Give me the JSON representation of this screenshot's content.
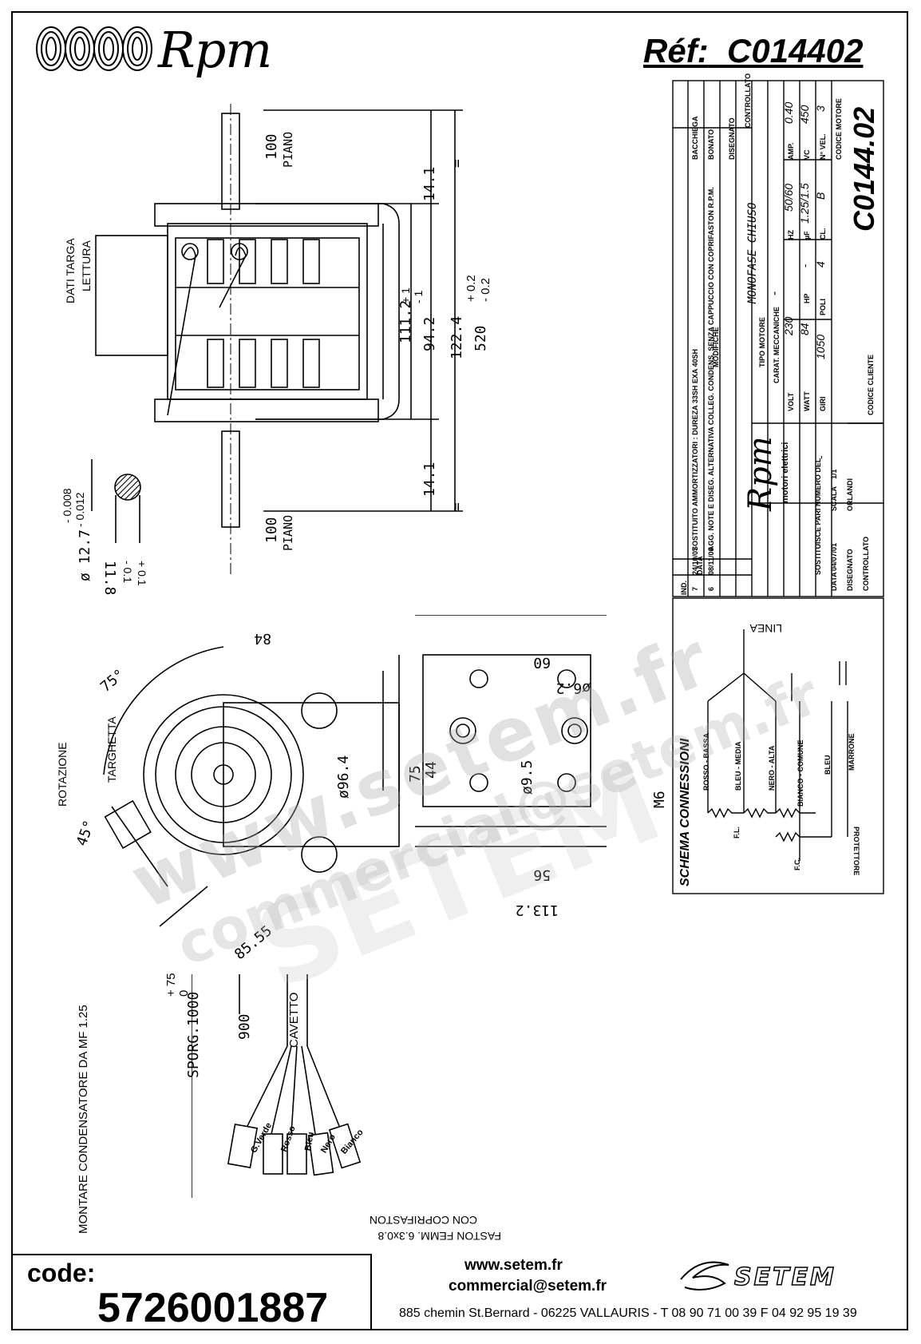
{
  "header": {
    "brand": "Rpm",
    "ref_label": "Réf:",
    "ref_value": "C014402"
  },
  "drawing_top": {
    "dati_targa": "DATI TARGA",
    "lettura": "LETTURA",
    "dim_100_top": "100",
    "piano_top": "PIANO",
    "dim_100_bottom": "100",
    "piano_bottom": "PIANO",
    "dim_14_1_top": "14.1",
    "dim_14_1_bottom": "14.1",
    "dim_111_2": "111.2",
    "dim_94_2": "94.2",
    "dim_122_4": "122.4",
    "dim_520": "520",
    "tol_plus_02": "+ 0.2",
    "tol_minus_02": "- 0.2",
    "tol_plus_1": "+ 1",
    "tol_minus_1": "- 1",
    "equal": "=",
    "shaft_dia": "ø 12.7",
    "shaft_tol_a": "- 0.008",
    "shaft_tol_b": "- 0.012",
    "flat_dim": "11.8",
    "flat_tol_a": "- 0.1",
    "flat_tol_b": "+ 0.1"
  },
  "drawing_bottom": {
    "angle_75": "75°",
    "angle_45": "45°",
    "rotazione": "ROTAZIONE",
    "targhetta": "TARGHETTA",
    "dim_84": "84",
    "dim_96_4": "ø96.4",
    "dim_85_55": "85.55",
    "montare": "MONTARE CONDENSATORE DA MF 1.25",
    "dim_60": "60",
    "dim_6_2": "ø6.2",
    "dim_75": "75",
    "dim_44": "44",
    "dim_9_5": "ø9.5",
    "dim_m6": "M6",
    "dim_56": "56",
    "dim_113_2": "113.2",
    "sporg": "SPORG.1000",
    "sporg_tol_a": "+ 75",
    "sporg_tol_b": "0",
    "dim_900": "900",
    "cavetto": "CAVETTO",
    "wires": [
      "G.Verde",
      "Rosso",
      "Bleu",
      "Nero",
      "Bianco"
    ],
    "faston_1": "FASTON FEMM. 6.3x0.8",
    "faston_2": "CON COPRIFASTON"
  },
  "title_block": {
    "brand": "Rpm",
    "brand_sub": "motori elettrici",
    "rev_header_ind": "IND.",
    "rev_header_data": "DATA",
    "rev_header_modifiche": "MODIFICHE",
    "rev_header_disegnato": "DISEGNATO",
    "rev_header_controllato": "CONTROLLATO",
    "revisions": [
      {
        "ind": "7",
        "data": "24/10/07",
        "text": "SOSTITUITO AMMORTIZZATORI : DUREZA 33SH EXA 40SH",
        "by": "BACCHIEGA"
      },
      {
        "ind": "6",
        "data": "08/11/06",
        "text": "AGG. NOTE E DISEG. ALTERNATIVA COLLEG. CONDENS. SENZA CAPPUCCIO CON COPRIFASTON R.P.M.",
        "by": "BONATO"
      }
    ],
    "dash": "-",
    "tipo_motore_label": "TIPO MOTORE",
    "tipo_motore_value": "MONOFASE CHIUSO",
    "carat_label": "CARAT. MECCANICHE",
    "carat_value": "-",
    "volt_label": "VOLT",
    "volt_value": "230",
    "hz_label": "HZ",
    "hz_value": "50/60",
    "amp_label": "AMP.",
    "amp_value": "0.40",
    "watt_label": "WATT",
    "watt_value": "84",
    "hp_label": "HP",
    "hp_value": "-",
    "uf_label": "µF",
    "uf_value": "1.25/1.5",
    "vc_label": "VC",
    "vc_value": "450",
    "giri_label": "GIRI",
    "giri_value": "1050",
    "poli_label": "POLI",
    "poli_value": "4",
    "cl_label": "CL.",
    "cl_value": "B",
    "vel_label": "N° VEL.",
    "vel_value": "3",
    "codice_motore_label": "CODICE MOTORE",
    "codice_motore_value": "C0144.02",
    "codice_cliente_label": "CODICE CLIENTE",
    "sostituisce_label": "SOSTITUISCE PARI NUMERO DEL",
    "sostituisce_value": "-",
    "data_label": "DATA",
    "data_value": "04/07/01",
    "scala_label": "SCALA",
    "scala_value": "1/1",
    "disegnato_label": "DISEGNATO",
    "disegnato_value": "ORLANDI",
    "controllato_label": "CONTROLLATO"
  },
  "schema": {
    "title": "SCHEMA CONNESSIONI",
    "linea": "LINEA",
    "rosso_bassa": "ROSSO - BASSA",
    "bleu_media": "BLEU - MEDIA",
    "nero_alta": "NERO - ALTA",
    "bianco_comune": "BIANCO - COMUNE",
    "bleu": "BLEU",
    "marrone": "MARRONE",
    "fl": "F.L.",
    "fc": "F.C.",
    "protettore": "PROTETTORE"
  },
  "footer": {
    "code_label": "code:",
    "code_value": "5726001887",
    "web": "www.setem.fr",
    "email": "commercial@setem.fr",
    "address": "885 chemin St.Bernard  -  06225 VALLAURIS  -  T 08 90 71 00 39   F 04 92 95 19 39",
    "setem_logo": "SETEM"
  },
  "watermark": {
    "line1": "www.setem.fr",
    "line2": "commercial@setem.fr",
    "line3": "SETEM"
  }
}
